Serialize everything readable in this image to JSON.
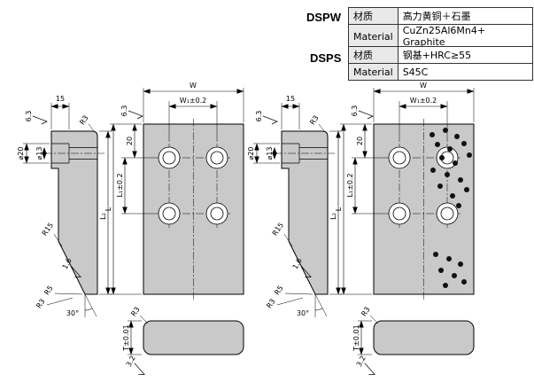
{
  "spec_tables": [
    {
      "model": "DSPW",
      "rows": [
        {
          "key": "材质",
          "value": "高力黄铜＋石墨"
        },
        {
          "key": "Material",
          "value": "CuZn25Al6Mn4+ Graphite"
        }
      ]
    },
    {
      "model": "DSPS",
      "rows": [
        {
          "key": "材质",
          "value": "钢基+HRC≥55"
        },
        {
          "key": "Material",
          "value": "S45C"
        }
      ]
    }
  ],
  "dims": {
    "w": "W",
    "w1": "W₁±0.2",
    "flange": "15",
    "finish_63": "6.3",
    "finish_16": "1.6",
    "finish_32": "3.2",
    "dia20": "⌀20",
    "dia13": "⌀13",
    "r3": "R3",
    "r5": "R5",
    "r15": "R15",
    "len": "L",
    "l1": "L₁±0.2",
    "l2": "L₂",
    "top20": "20",
    "angle": "30°",
    "thickness": "T±0.01"
  },
  "colors": {
    "body_fill": "#c9c9c9",
    "line": "#000000",
    "table_key_bg": "#e9e9e9"
  }
}
